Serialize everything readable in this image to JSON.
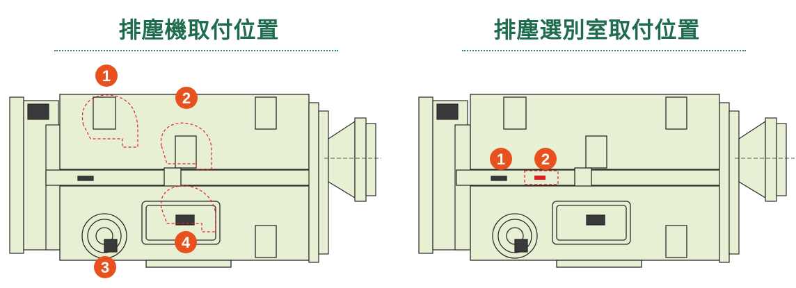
{
  "panels": [
    {
      "title": "排塵機取付位置",
      "markers": [
        "1",
        "2",
        "3",
        "4"
      ]
    },
    {
      "title": "排塵選別室取付位置",
      "markers": [
        "1",
        "2"
      ]
    }
  ],
  "colors": {
    "title": "#1f6b4e",
    "body_fill": "#e8f0d4",
    "outline": "#2a2a2a",
    "marker": "#e8511e",
    "dashed": "#e02020"
  }
}
